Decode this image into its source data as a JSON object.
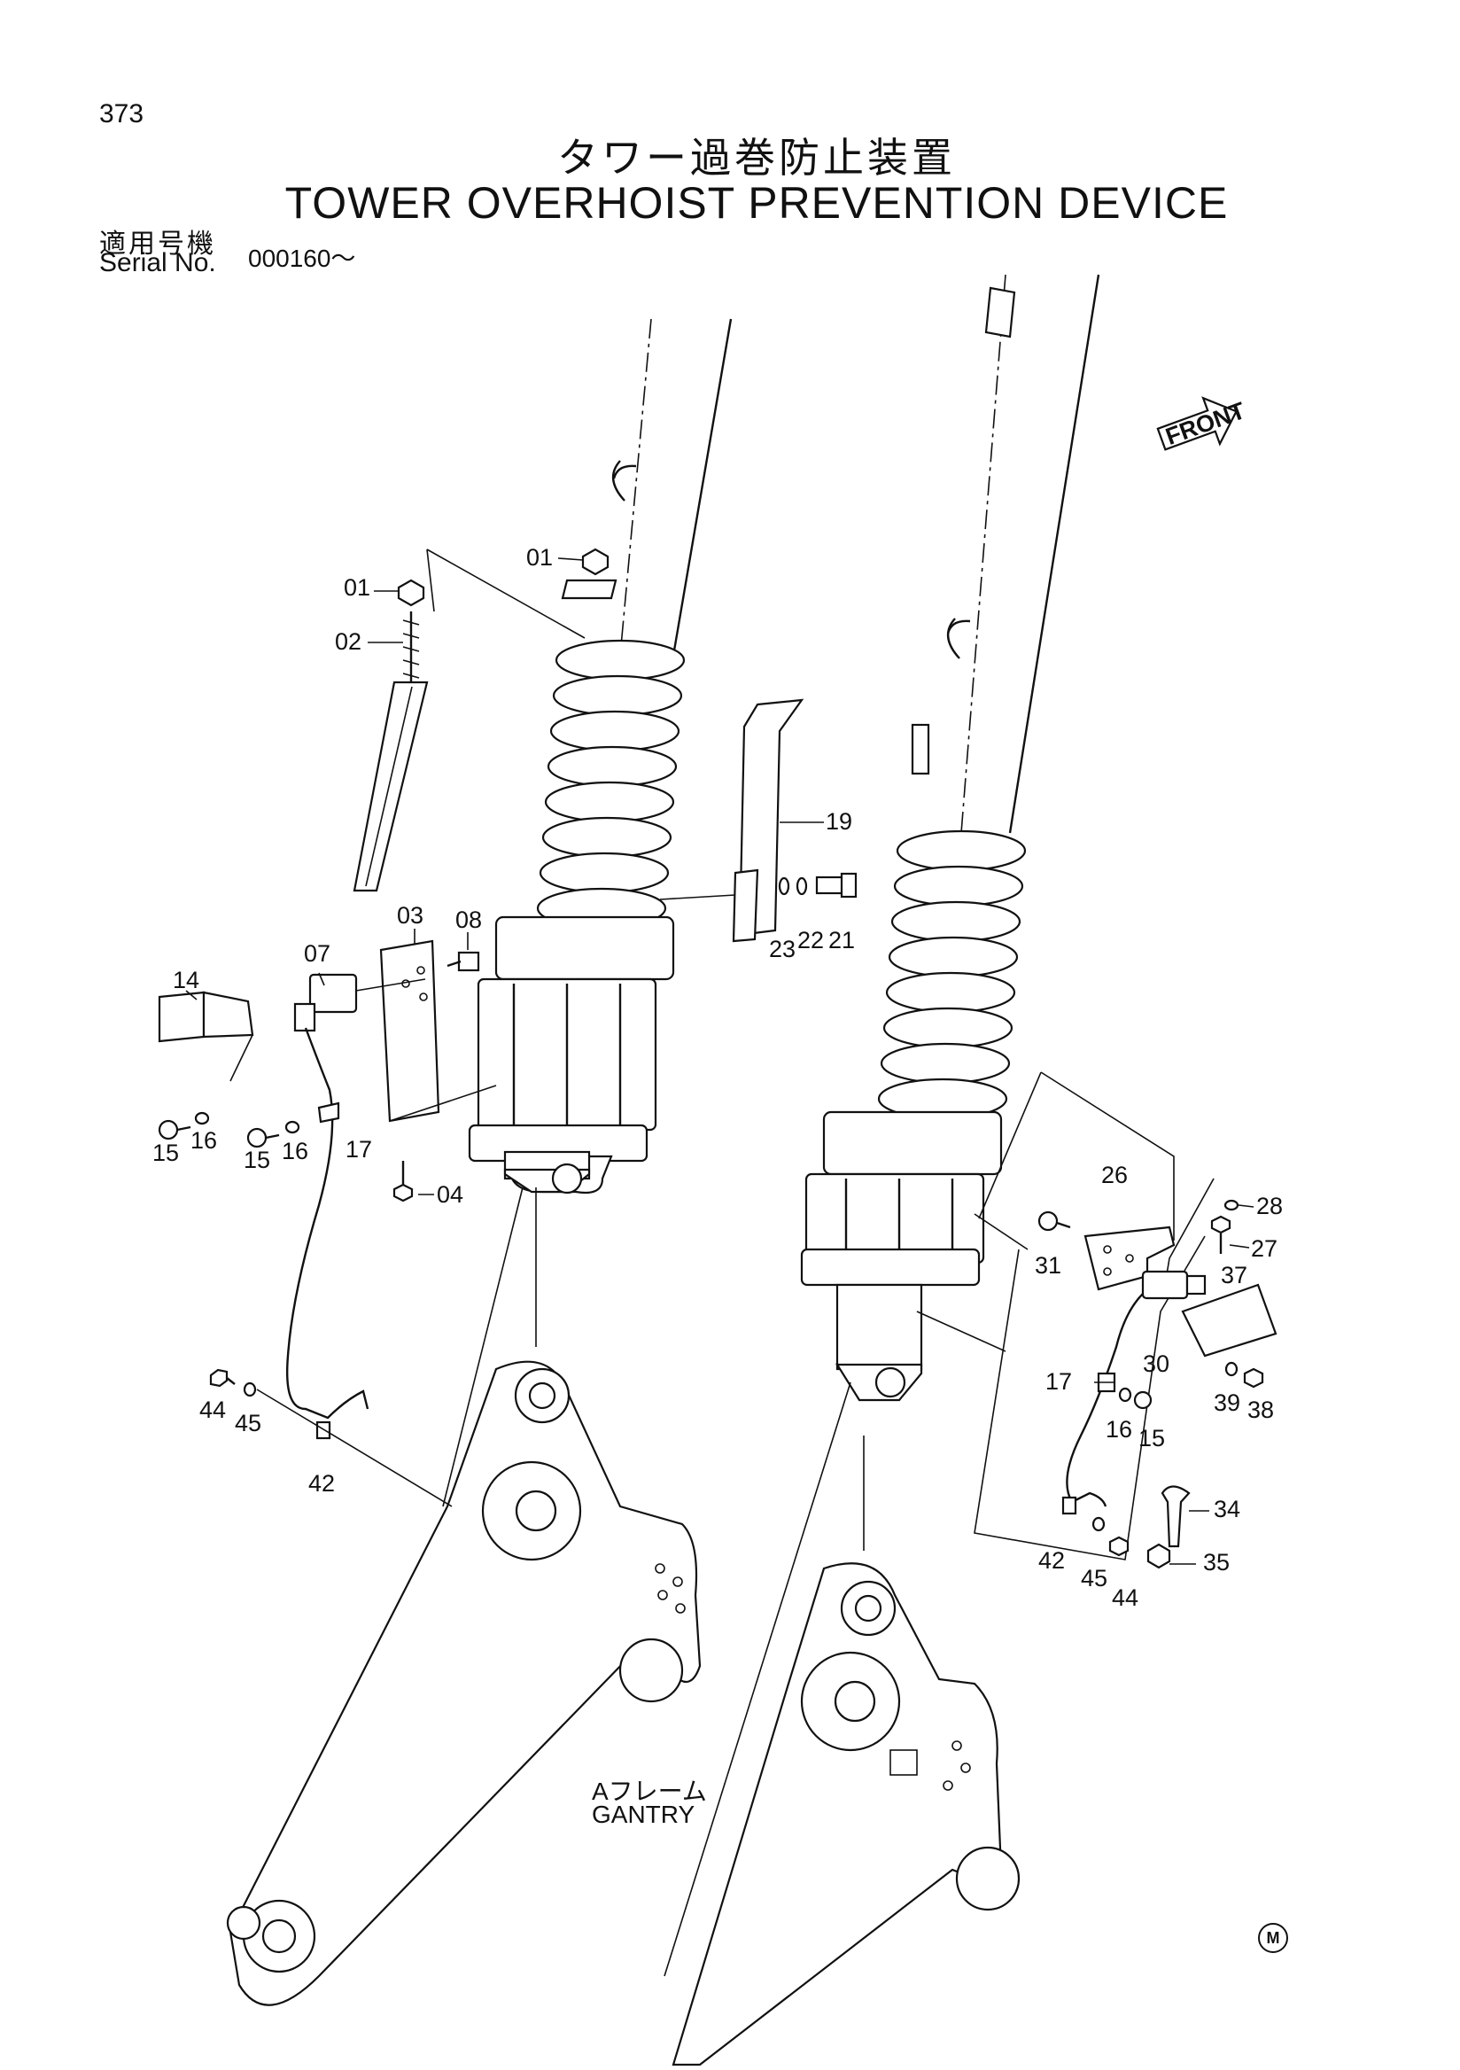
{
  "header": {
    "page_number": "373",
    "title_jp": "タワー過巻防止装置",
    "title_en": "TOWER OVERHOIST PREVENTION DEVICE",
    "serial_label_jp": "適用号機",
    "serial_label_en": "Serial No.",
    "serial_value": "000160～"
  },
  "labels": {
    "front": "FRONT",
    "gantry_jp": "Aフレーム",
    "gantry_en": "GANTRY",
    "mark": "M"
  },
  "callouts": {
    "c01a": "01",
    "c01b": "01",
    "c02": "02",
    "c03": "03",
    "c04": "04",
    "c07": "07",
    "c08": "08",
    "c14": "14",
    "c15a": "15",
    "c15b": "15",
    "c15c": "15",
    "c16a": "16",
    "c16b": "16",
    "c16c": "16",
    "c17a": "17",
    "c17b": "17",
    "c19": "19",
    "c21": "21",
    "c22": "22",
    "c23": "23",
    "c26": "26",
    "c27": "27",
    "c28": "28",
    "c30": "30",
    "c31": "31",
    "c34": "34",
    "c35": "35",
    "c37": "37",
    "c38": "38",
    "c39": "39",
    "c42a": "42",
    "c42b": "42",
    "c44a": "44",
    "c44b": "44",
    "c45a": "45",
    "c45b": "45"
  }
}
